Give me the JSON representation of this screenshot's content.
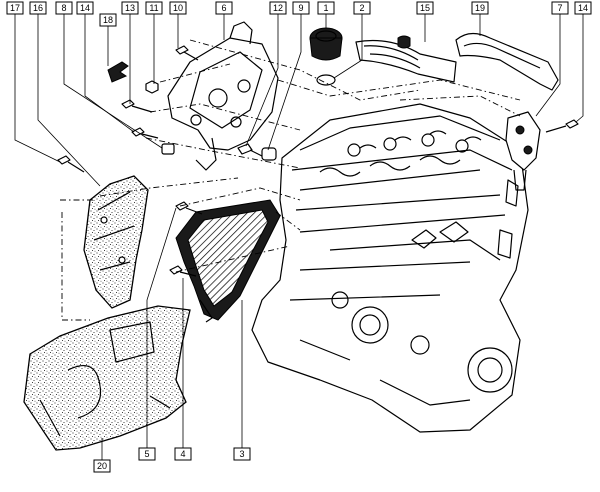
{
  "diagram": {
    "callouts": [
      {
        "label": "17"
      },
      {
        "label": "16"
      },
      {
        "label": "8"
      },
      {
        "label": "14"
      },
      {
        "label": "13"
      },
      {
        "label": "11"
      },
      {
        "label": "10"
      },
      {
        "label": "6"
      },
      {
        "label": "12"
      },
      {
        "label": "9"
      },
      {
        "label": "1"
      },
      {
        "label": "2"
      },
      {
        "label": "15"
      },
      {
        "label": "19"
      },
      {
        "label": "7"
      },
      {
        "label": "14"
      },
      {
        "label": "18"
      },
      {
        "label": "20"
      },
      {
        "label": "5"
      },
      {
        "label": "4"
      },
      {
        "label": "3"
      }
    ]
  }
}
